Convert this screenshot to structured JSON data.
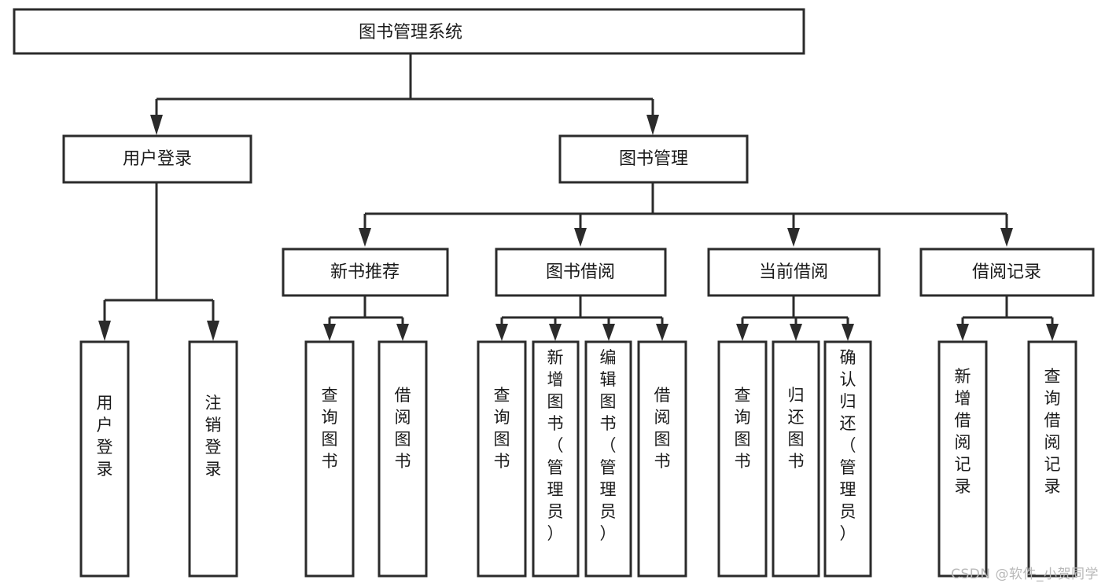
{
  "diagram": {
    "title": "图书管理系统",
    "type": "tree-hierarchy-diagram",
    "root": {
      "id": "root",
      "label": "图书管理系统"
    },
    "level2": [
      {
        "id": "user-login",
        "label": "用户登录"
      },
      {
        "id": "book-manage",
        "label": "图书管理"
      }
    ],
    "level3": [
      {
        "id": "new-book-recommend",
        "label": "新书推荐"
      },
      {
        "id": "book-borrow",
        "label": "图书借阅"
      },
      {
        "id": "current-borrow",
        "label": "当前借阅"
      },
      {
        "id": "borrow-record",
        "label": "借阅记录"
      }
    ],
    "leaves": {
      "user_login": [
        {
          "id": "leaf-user-login",
          "label": "用户登录"
        },
        {
          "id": "leaf-logout-login",
          "label": "注销登录"
        }
      ],
      "new_book_recommend": [
        {
          "id": "leaf-query-book-1",
          "label": "查询图书"
        },
        {
          "id": "leaf-borrow-book-1",
          "label": "借阅图书"
        }
      ],
      "book_borrow": [
        {
          "id": "leaf-query-book-2",
          "label": "查询图书"
        },
        {
          "id": "leaf-add-book",
          "label": "新增图书（管理员）"
        },
        {
          "id": "leaf-edit-book",
          "label": "编辑图书（管理员）"
        },
        {
          "id": "leaf-borrow-book-2",
          "label": "借阅图书"
        }
      ],
      "current_borrow": [
        {
          "id": "leaf-query-book-3",
          "label": "查询图书"
        },
        {
          "id": "leaf-return-book",
          "label": "归还图书"
        },
        {
          "id": "leaf-confirm-return",
          "label": "确认归还（管理员）"
        }
      ],
      "borrow_record": [
        {
          "id": "leaf-add-record",
          "label": "新增借阅记录"
        },
        {
          "id": "leaf-query-record",
          "label": "查询借阅记录"
        }
      ]
    }
  },
  "watermark": {
    "text": "CSDN @软件_小贺同学"
  },
  "colors": {
    "stroke": "#2b2b2b",
    "box_fill": "#ffffff",
    "text": "#1a1a1a",
    "background": "#ffffff",
    "watermark": "#b8b8b8"
  }
}
